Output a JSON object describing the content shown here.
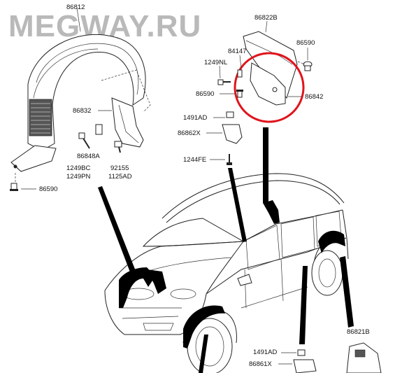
{
  "watermark": "MEGWAY.RU",
  "highlight_color": "#e0141c",
  "labels": {
    "p86812": "86812",
    "p86822B": "86822B",
    "p86590_a": "86590",
    "p84147": "84147",
    "p1249NL": "1249NL",
    "p86590_b": "86590",
    "p86842": "86842",
    "p86832": "86832",
    "p1491AD_a": "1491AD",
    "p86862X": "86862X",
    "p86848A": "86848A",
    "p1244FE": "1244FE",
    "p1249BC": "1249BC",
    "p92155": "92155",
    "p1249PN": "1249PN",
    "p1125AD": "1125AD",
    "p86590_c": "86590",
    "p86821B": "86821B",
    "p1491AD_b": "1491AD",
    "p86861X": "86861X"
  }
}
